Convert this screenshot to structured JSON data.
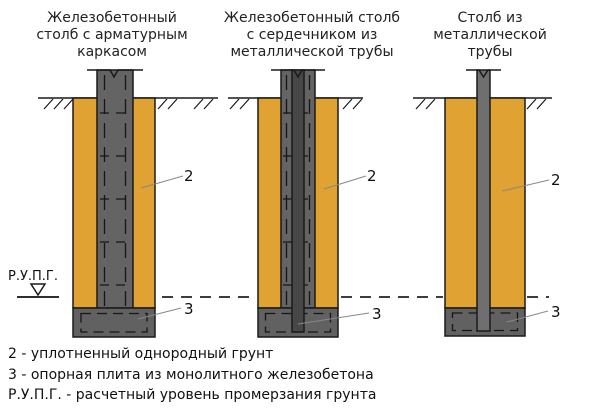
{
  "colors": {
    "soil": "#DFA233",
    "concrete": "#646464",
    "plate": "#616161",
    "pipe_dark": "#474747",
    "pipe_light": "#6f6f6f",
    "background": "#ffffff"
  },
  "diagrams": [
    {
      "title": "Железобетонный\nстолб с арматурным\nкаркасом",
      "soil_label": "2",
      "plate_label": "3"
    },
    {
      "title": "Железобетонный столб\nс сердечником из\nметаллической трубы",
      "soil_label": "2",
      "plate_label": "3"
    },
    {
      "title": "Столб из\nметаллической\nтрубы",
      "soil_label": "2",
      "plate_label": "3"
    }
  ],
  "marker": {
    "rupg": "Р.У.П.Г."
  },
  "legend": {
    "line_soil": "2 - уплотненный однородный грунт",
    "line_plate": "3 - опорная плита из монолитного железобетона",
    "line_rupg": "Р.У.П.Г. - расчетный уровень промерзания грунта"
  }
}
